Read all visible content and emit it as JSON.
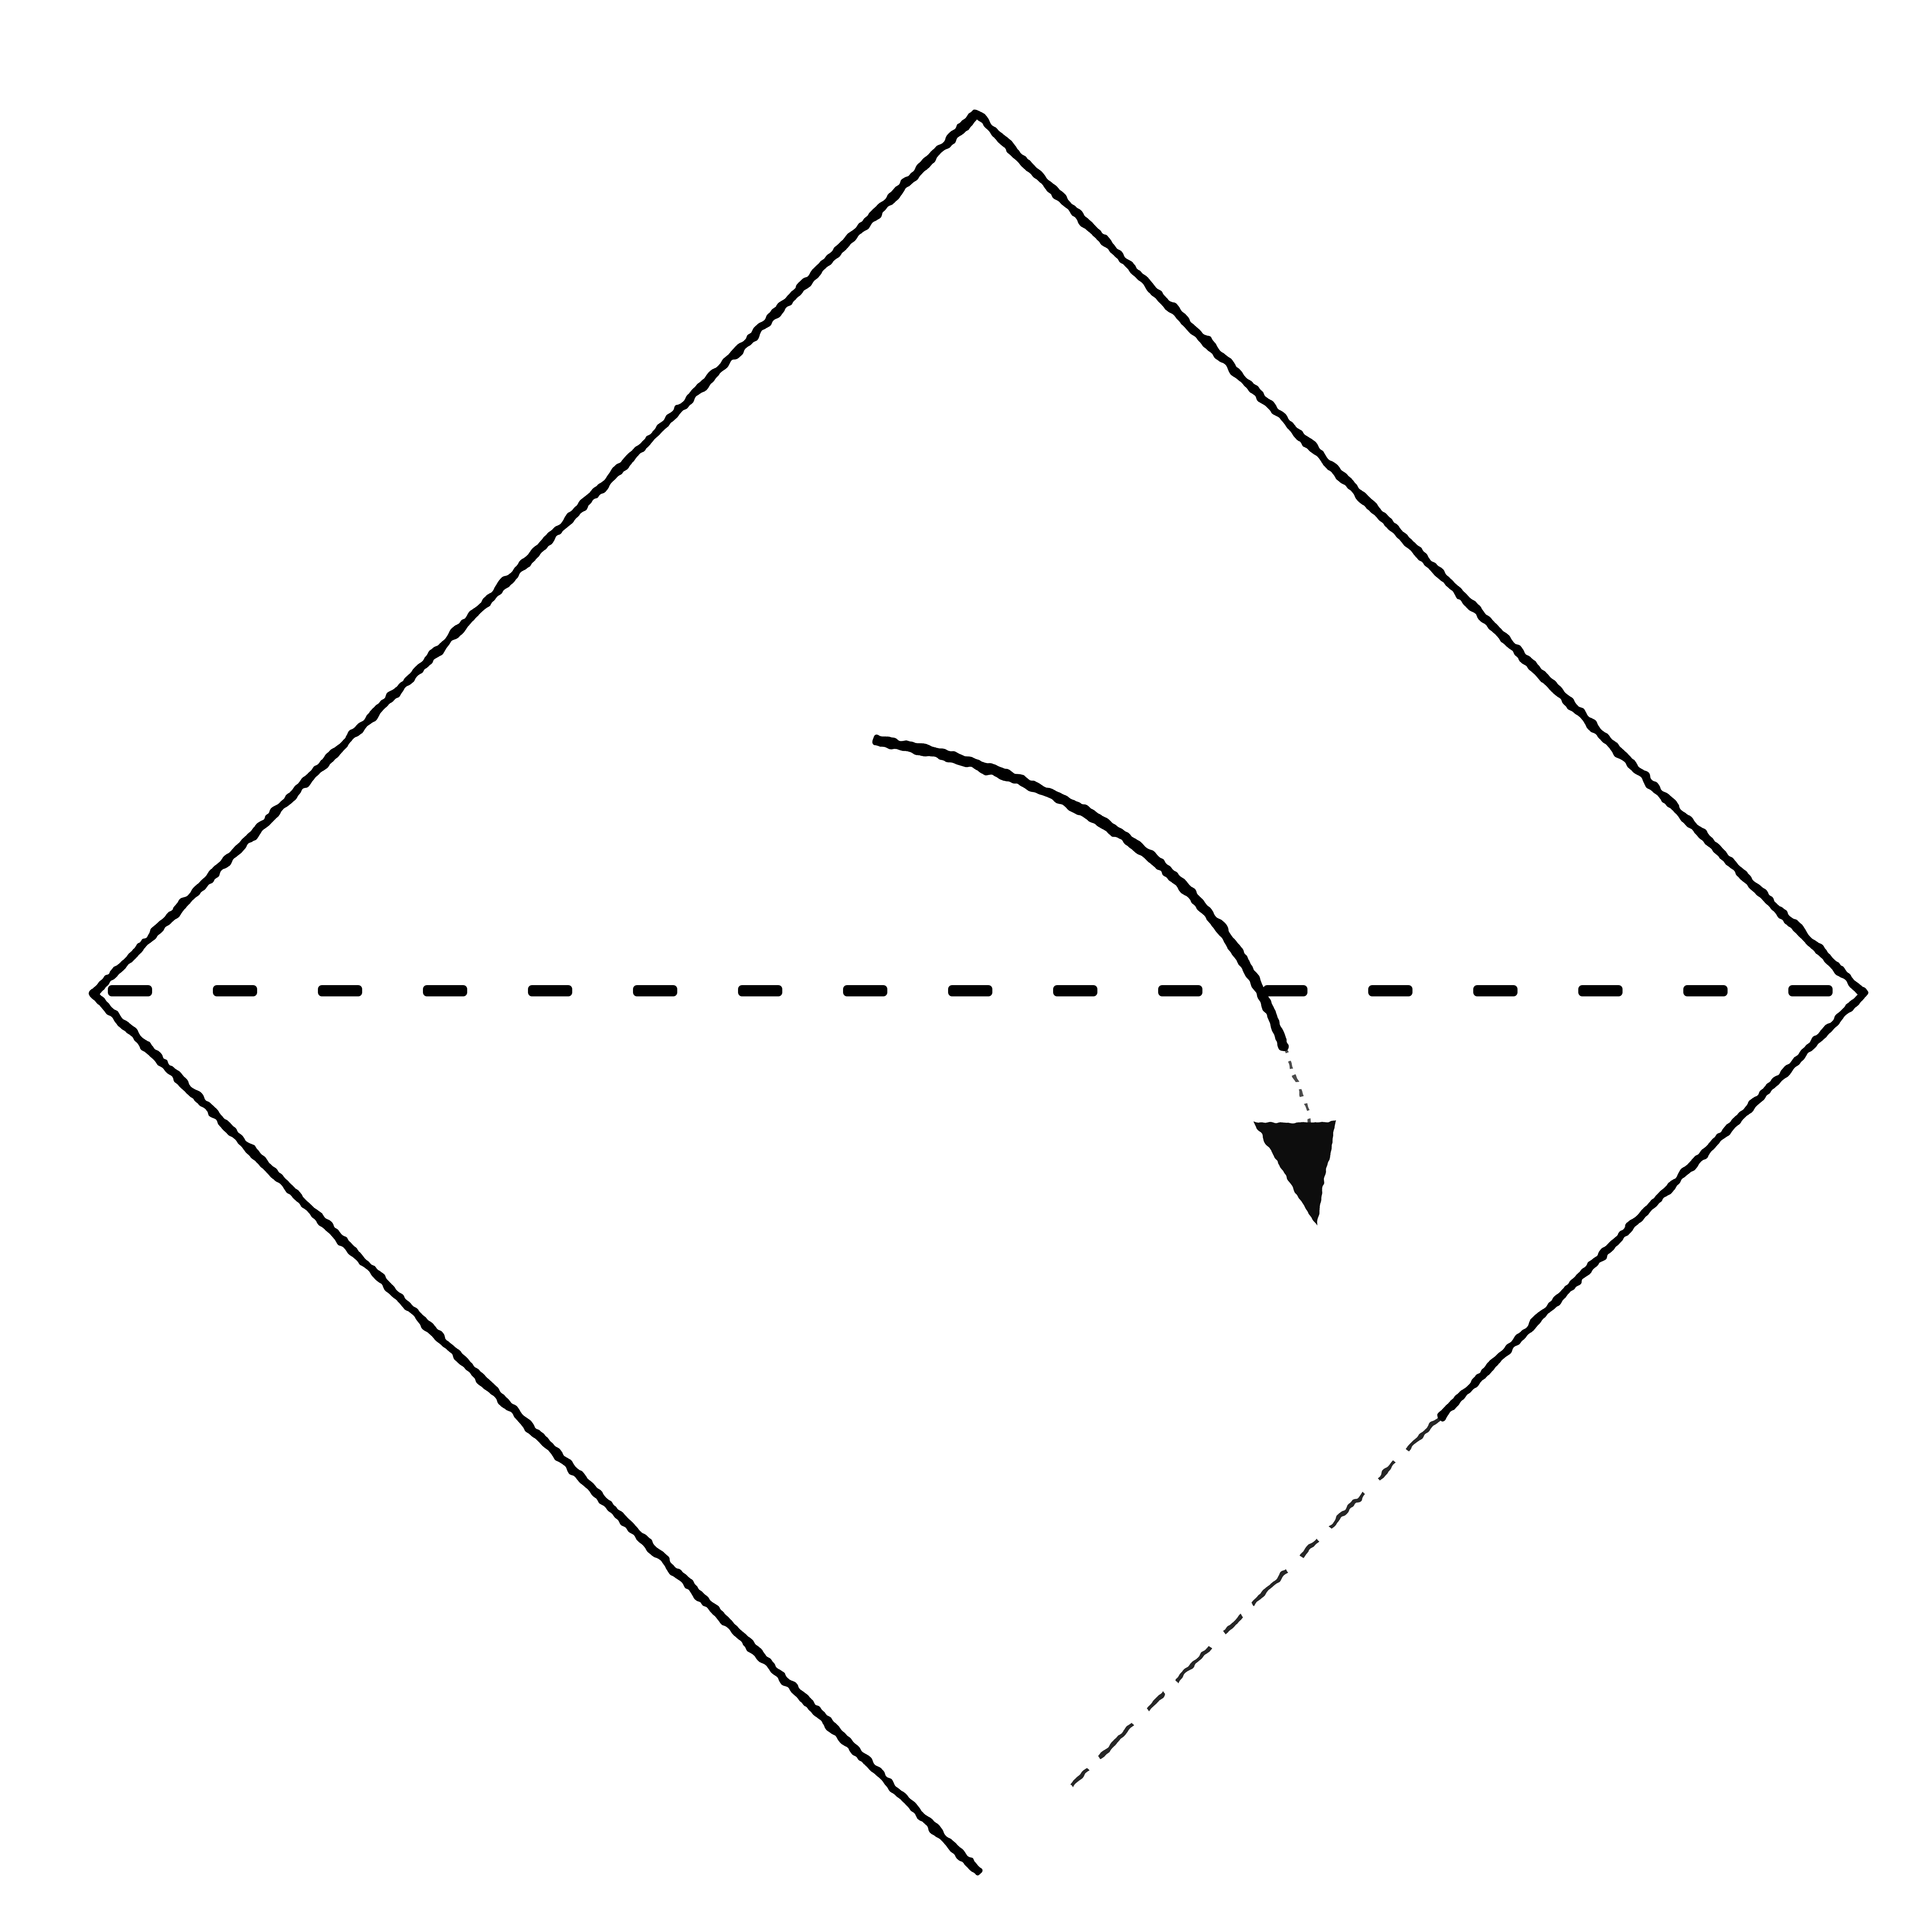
{
  "diagram": {
    "kind": "origami-fold-step",
    "shape": "square-paper-turned-as-diamond",
    "fold_line": "horizontal-diagonal-valley-fold",
    "fold_direction": "top-corner-folds-down",
    "stroke_color": "#000000",
    "background_color": "#ffffff"
  }
}
